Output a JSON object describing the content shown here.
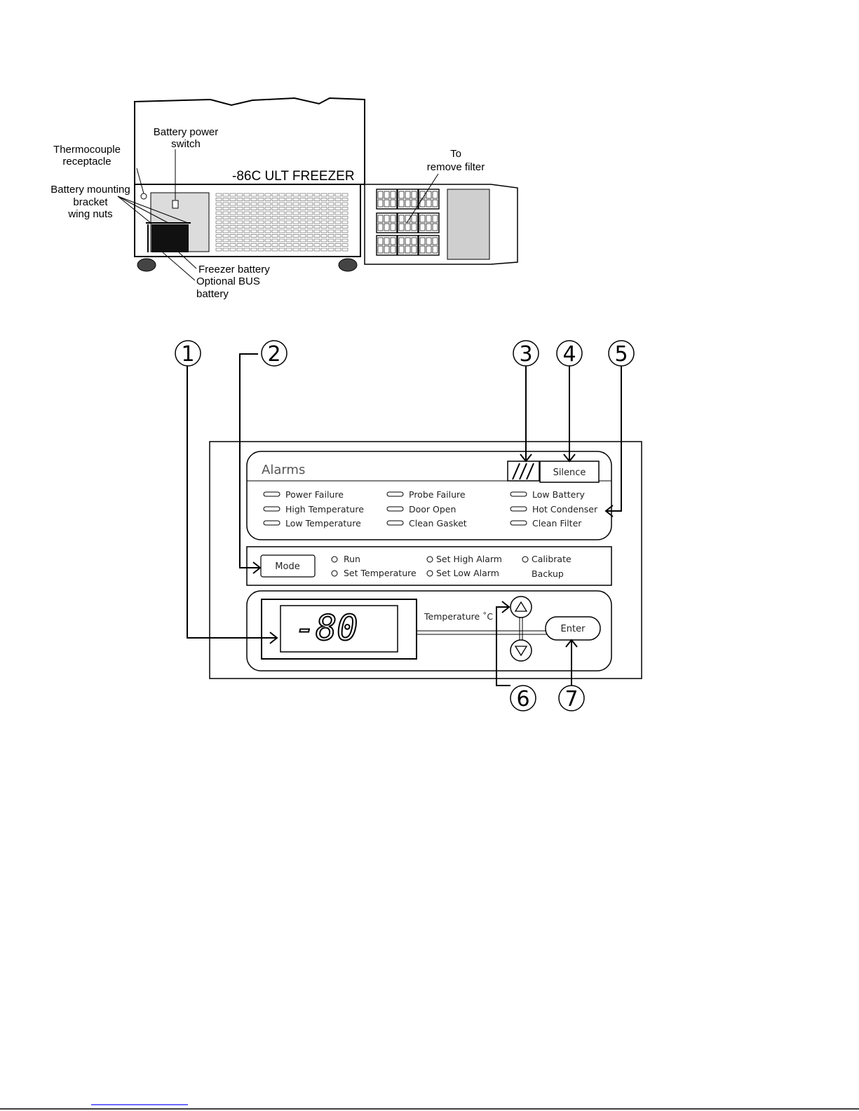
{
  "freezer": {
    "title": "-86C ULT FREEZER",
    "labels": {
      "thermocouple_line1": "Thermocouple",
      "thermocouple_line2": "receptacle",
      "battery_switch_line1": "Battery power",
      "battery_switch_line2": "switch",
      "wing_nuts_line1": "Battery mounting",
      "wing_nuts_line2": "bracket",
      "wing_nuts_line3": "wing nuts",
      "freezer_battery": "Freezer battery",
      "bus_battery_line1": "Optional BUS",
      "bus_battery_line2": "battery",
      "filter_line1": "To",
      "filter_line2": "remove filter"
    }
  },
  "panel": {
    "alarms_title": "Alarms",
    "silence_label": "Silence",
    "alarm_indicators": [
      [
        "Power Failure",
        "Probe  Failure",
        "Low Battery"
      ],
      [
        "High Temperature",
        "Door  Open",
        "Hot Condenser"
      ],
      [
        "Low Temperature",
        "Clean  Gasket",
        "Clean  Filter"
      ]
    ],
    "mode_label": "Mode",
    "modes": {
      "run": "Run",
      "set_temperature": "Set Temperature",
      "set_high_alarm": "Set High Alarm",
      "set_low_alarm": "Set Low Alarm",
      "calibrate": "Calibrate",
      "backup": "Backup"
    },
    "display_value": "-80",
    "temperature_label": "Temperature ˚C",
    "enter_label": "Enter"
  },
  "callouts": [
    "1",
    "2",
    "3",
    "4",
    "5",
    "6",
    "7"
  ]
}
